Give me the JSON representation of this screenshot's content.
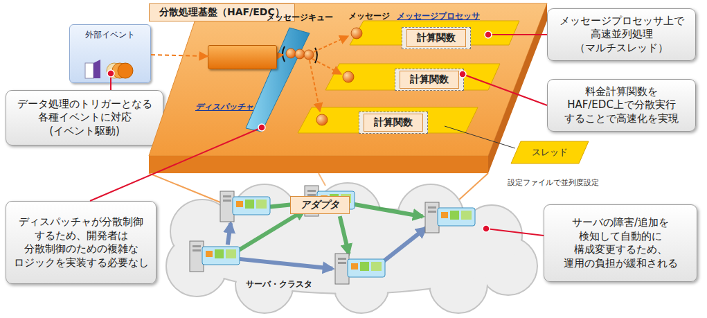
{
  "diagram": {
    "nodes": [
      {
        "text": [
          "外部イベント"
        ]
      },
      {
        "text": [
          "データ処理のトリガーとなる 各種イベントに対応 (イベント駆動)"
        ]
      },
      {
        "text": [
          "分散処理基盤（HAF/EDC）"
        ]
      },
      {
        "text": [
          "アダプタ"
        ],
        "in": 2
      },
      {
        "text": [
          "計算関数"
        ],
        "in": 2
      },
      {
        "text": [
          "計算関数"
        ],
        "in": 2
      },
      {
        "text": [
          "計算関数"
        ],
        "in": 2
      },
      {
        "text": [
          "メッセージプロセッサ上で 高速並列処理 （マルチスレッド）"
        ]
      },
      {
        "text": [
          "料金計算関数を HAF/EDC上で分散実行 することで高速化を実現"
        ]
      },
      {
        "text": [
          "スレッド"
        ]
      },
      {
        "text": [
          "サーバ・クラスタ"
        ]
      },
      {
        "text": [
          "ディスパッチャが分散制御 するため、開発者は 分散制御のための複雑な ロジックを実装する必要なし"
        ]
      },
      {
        "text": [
          "サーバの障害/追加を 検知して自動的に 構成変更するため、 運用の負担が緩和される"
        ]
      }
    ],
    "edges": [
      {
        "from": 0,
        "to": 3,
        "arrow": "to"
      }
    ],
    "labels": [
      "メッセージキュー",
      "メッセージ",
      "メッセージプロセッサ",
      "ディスパッチャ",
      "設定ファイルで並列度設定"
    ]
  }
}
